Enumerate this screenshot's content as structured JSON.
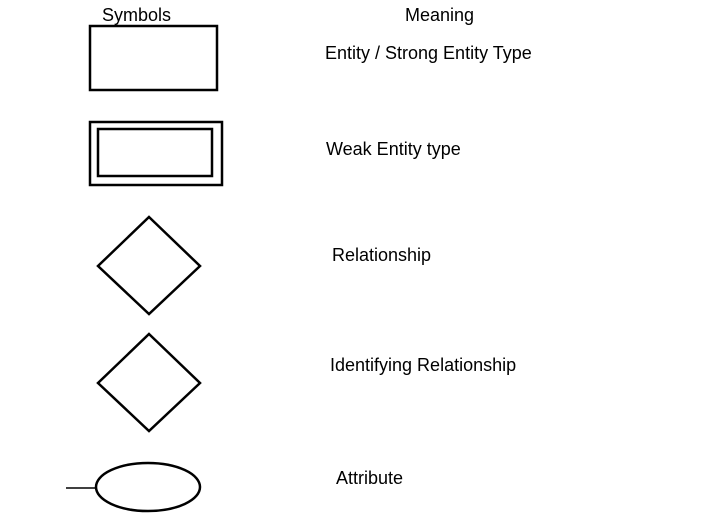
{
  "headers": {
    "symbols": "Symbols",
    "meaning": "Meaning"
  },
  "rows": [
    {
      "symbol": "rectangle",
      "meaning": "Entity / Strong Entity Type"
    },
    {
      "symbol": "double-rectangle",
      "meaning": "Weak Entity type"
    },
    {
      "symbol": "diamond",
      "meaning": "Relationship"
    },
    {
      "symbol": "diamond",
      "meaning": "Identifying Relationship"
    },
    {
      "symbol": "ellipse-with-line",
      "meaning": "Attribute"
    }
  ],
  "colors": {
    "stroke": "#000000",
    "background": "#ffffff"
  }
}
